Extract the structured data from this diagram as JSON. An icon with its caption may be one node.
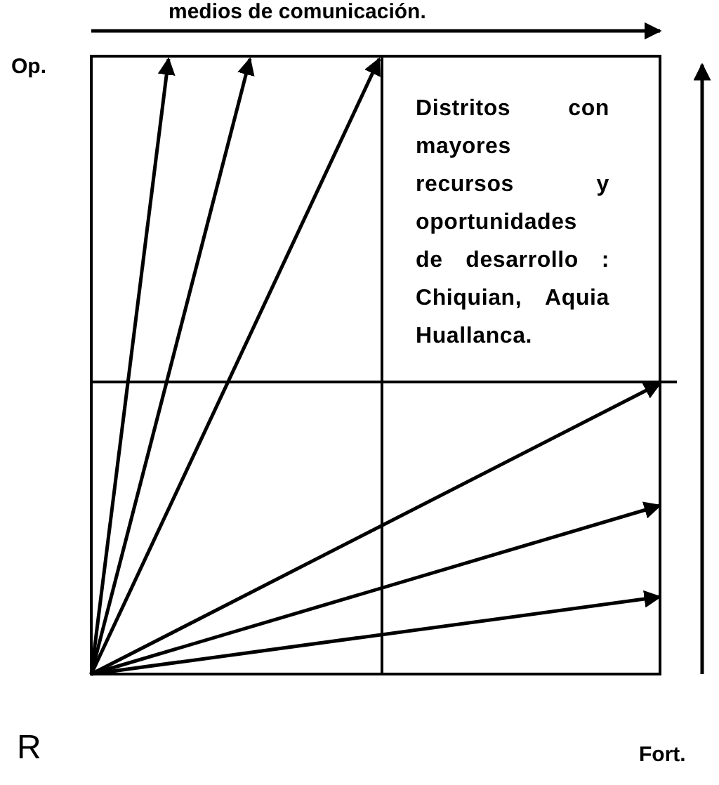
{
  "diagram": {
    "labels": [
      "medios de comunicación.",
      "Op.",
      "Distritos con mayores recursos y oportunidades de desarrollo : Chiquian, Aquia Huallanca.",
      "R",
      "Fort."
    ]
  }
}
